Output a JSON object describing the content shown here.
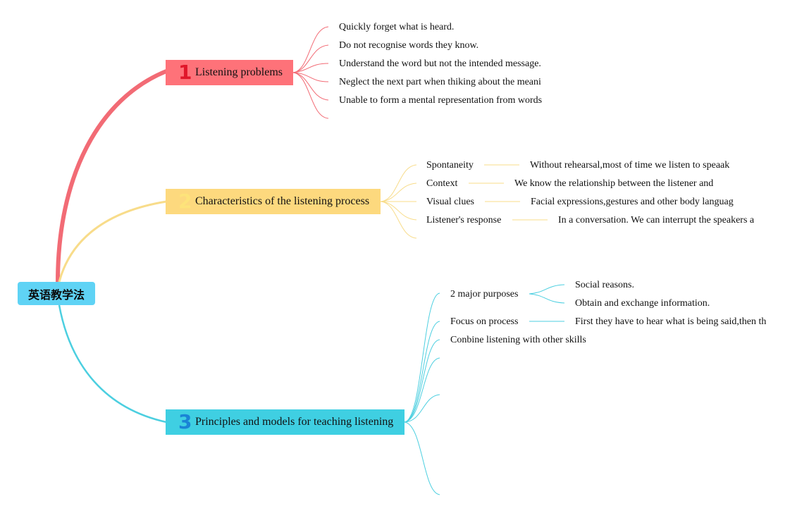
{
  "root": {
    "label": "英语教学法"
  },
  "branch1": {
    "number": "1",
    "label": "Listening problems",
    "items": [
      "Quickly forget what is heard.",
      "Do not recognise words they know.",
      "Understand the word but not the intended message.",
      "Neglect the next part when thiking about the meani",
      "Unable to form a mental representation from words"
    ]
  },
  "branch2": {
    "number": "2",
    "label": "Characteristics of the listening process",
    "items": [
      {
        "label": "Spontaneity",
        "detail": "Without rehearsal,most of time we listen to speaak"
      },
      {
        "label": "Context",
        "detail": "We know the relationship between the listener and"
      },
      {
        "label": "Visual clues",
        "detail": "Facial expressions,gestures and other body languag"
      },
      {
        "label": "Listener's response",
        "detail": "In a conversation. We can interrupt the speakers a"
      }
    ]
  },
  "branch3": {
    "number": "3",
    "label": "Principles and models for teaching listening",
    "items": [
      {
        "label": "2 major purposes",
        "details": [
          "Social reasons.",
          "Obtain and exchange information."
        ]
      },
      {
        "label": "Focus on process",
        "details": [
          "First they have to hear what is being said,then th"
        ]
      },
      {
        "label": "Conbine listening with other skills",
        "details": []
      }
    ]
  },
  "colors": {
    "root": "#5fd3f5",
    "branch1": "#fe7279",
    "branch1_line": "#f26b75",
    "branch2": "#fdd97e",
    "branch2_line": "#f8dc8a",
    "branch3": "#3fcfe2",
    "branch3_line": "#4ccfe0"
  }
}
